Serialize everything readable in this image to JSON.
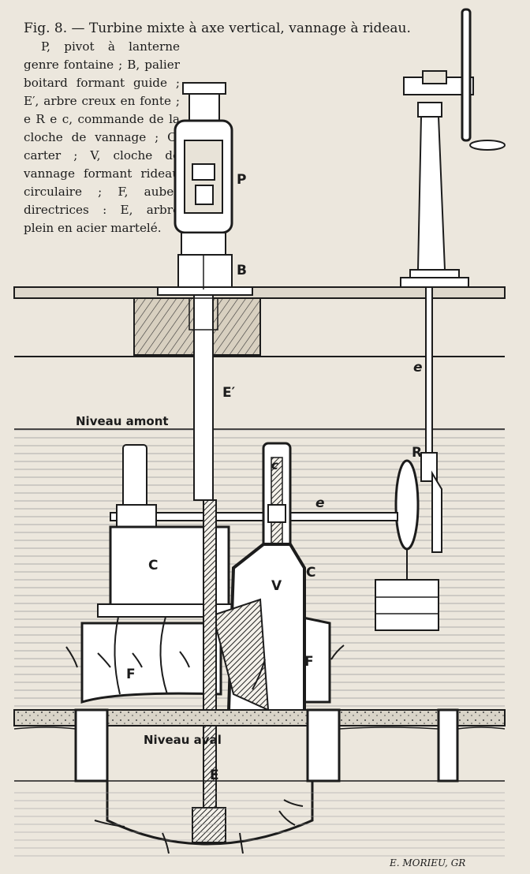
{
  "caption": {
    "title": "Fig. 8. — Turbine mixte à axe vertical, vannage à rideau.",
    "body": "P, pivot à lanterne genre fontaine ; B, palier boitard formant guide ; E′, arbre creux en fonte ; e R e c, commande de la cloche de vannage ; C, carter ; V, cloche de vannage formant rideau circulaire ; F, aubes directrices : E, arbre plein en acier martelé."
  },
  "labels": {
    "P": "P",
    "B": "B",
    "E_prime": "E′",
    "e_upper": "e",
    "R": "R",
    "c": "c",
    "e_lower": "e",
    "C": "C",
    "C_right": "C",
    "V": "V",
    "F_left": "F",
    "F_right": "F",
    "E": "E",
    "niveau_amont": "Niveau amont",
    "niveau_aval": "Niveau aval"
  },
  "signature": "E. MORIEU, GR",
  "colors": {
    "paper": "#ece7dd",
    "ink": "#1c1c1c",
    "wood": "#d8d0c0",
    "fill": "#ffffff"
  }
}
